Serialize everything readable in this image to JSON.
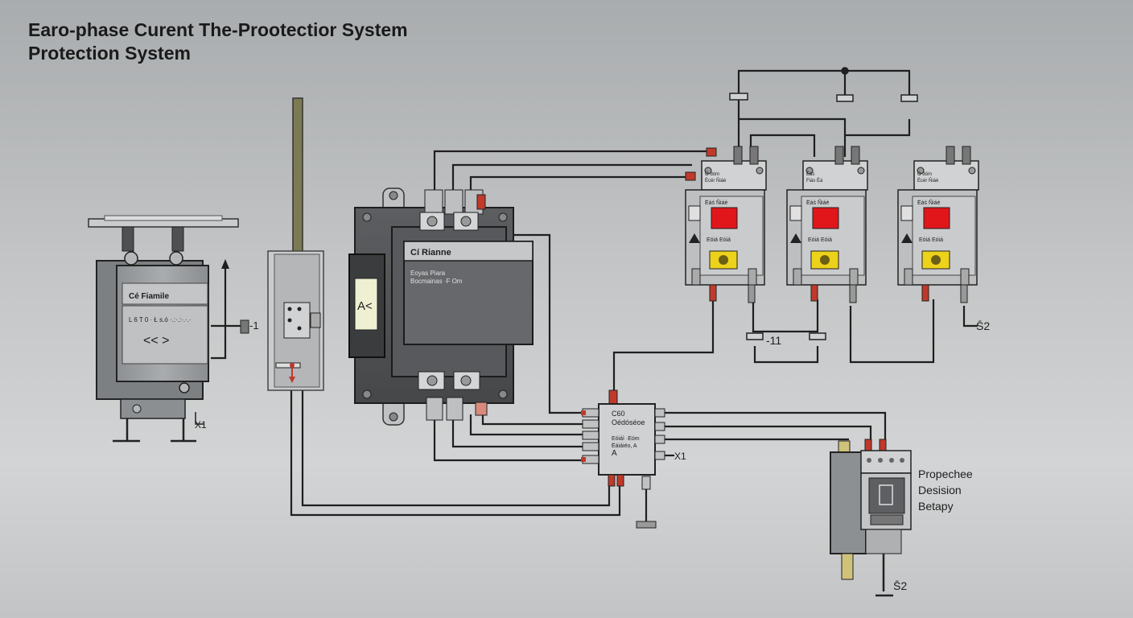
{
  "title_line1": "Earo-phase Curent The-Prootectior System",
  "title_line2": "Protection System",
  "left_meter": {
    "header": "Cé Fiamile",
    "line": "L 6 T 0 · Ł s.ó ·.:·.:·.·.· ",
    "display": "<< >",
    "tag_right": "-1",
    "tag_bottom": "X1"
  },
  "contactor": {
    "header": "Cí Rianne",
    "line1": "Eoyas Piara",
    "line2": "Bocmainas ·F Om",
    "coil_label": "A<"
  },
  "relay_modules": [
    {
      "line1": "Ó dóm",
      "line2": "Ëcér Ñiáè",
      "line3": "Ëáś Ñiáè",
      "line4": "Eóiá Eóiá"
    },
    {
      "line1": "Ëáś",
      "line2": "Fiás Ëá",
      "line3": "Ëáś Ñiáè",
      "line4": "Eóiá Eóiá"
    },
    {
      "line1": "Ó dóm",
      "line2": "Ëcér Ñiáè",
      "line3": "Ëáś Ñiáè",
      "line4": "Eóiá Eóiá"
    }
  ],
  "terminal_block": {
    "line1": "C60",
    "line2": "Oédóséoe",
    "line3": "Eóiáì ·Eóm",
    "line4": "Ëáiáiéo, A",
    "line5": "A",
    "tag_right": "X1"
  },
  "labels": {
    "capacitor_tag": "-11",
    "relay_tag": "S̄2",
    "output_tag": "S̄2"
  },
  "output_device_caption": [
    "Propechee",
    "Desision",
    "Betapy"
  ]
}
